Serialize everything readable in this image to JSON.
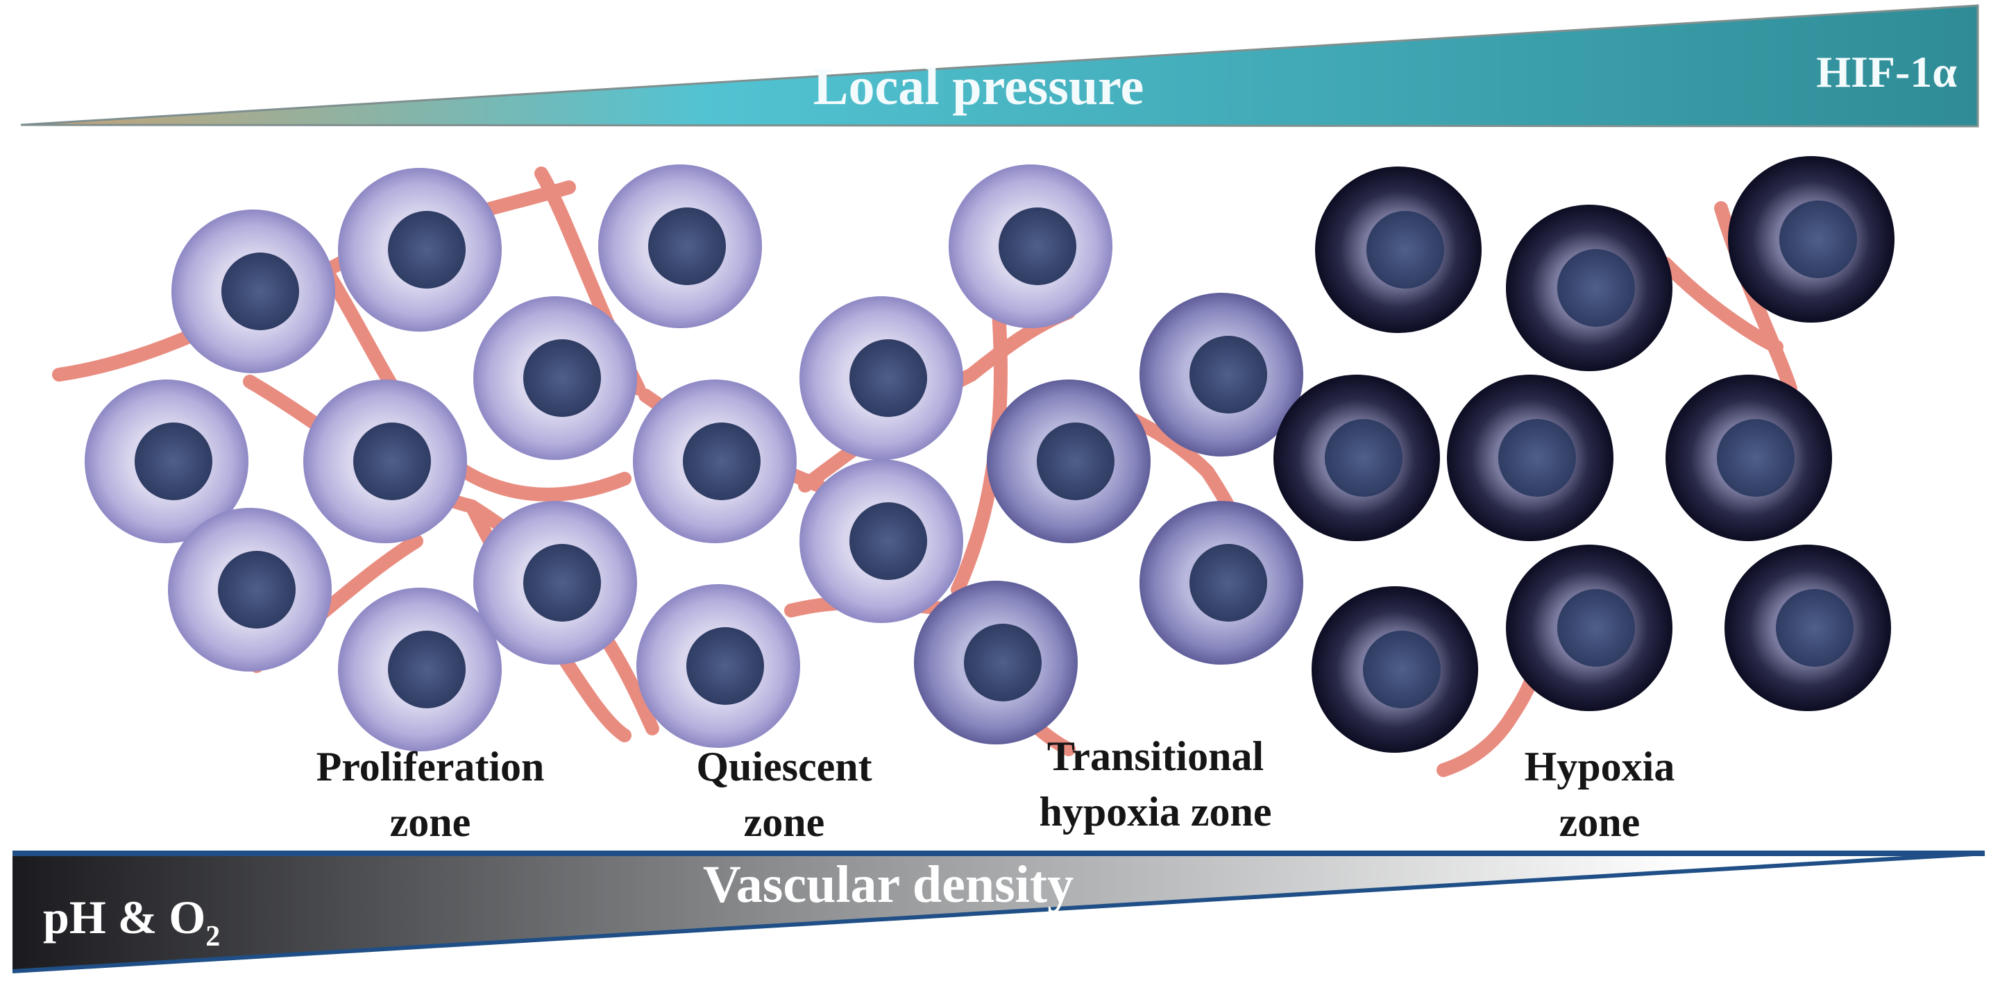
{
  "top_bar": {
    "label": "Local pressure",
    "end_label": "HIF-1α",
    "colors": {
      "start": "#c9a274",
      "mid": "#52c3d2",
      "end": "#2f8c96"
    }
  },
  "bottom_bar": {
    "label": "Vascular density",
    "start_label_main": "pH & O",
    "start_label_sub": "2",
    "colors": {
      "start": "#1b1b1f",
      "mid": "#8e9092",
      "end": "#ffffff",
      "edge": "#1f4f86"
    }
  },
  "zones": [
    {
      "line1": "Proliferation",
      "line2": "zone"
    },
    {
      "line1": "Quiescent",
      "line2": "zone"
    },
    {
      "line1": "Transitional",
      "line2": "hypoxia zone"
    },
    {
      "line1": "Hypoxia",
      "line2": "zone"
    }
  ],
  "cell_colors": {
    "normoxic": {
      "rim": "#8e88c4",
      "inner": "#d9d6ee",
      "nucleus": "#3c4a73"
    },
    "transitional": {
      "rim": "#6a69a6",
      "inner": "#b8b7dc",
      "nucleus": "#34406a"
    },
    "hypoxic": {
      "rim": "#101028",
      "inner": "#7a7a9e",
      "nucleus": "#263657"
    }
  },
  "vessel_color": "#e98c80"
}
